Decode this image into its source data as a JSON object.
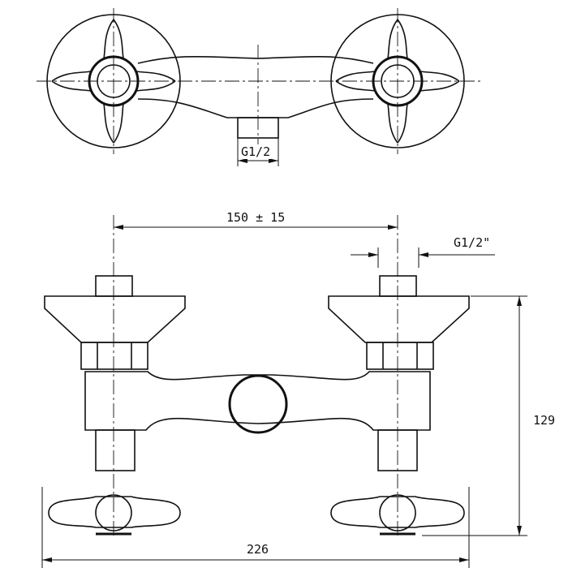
{
  "drawing": {
    "top_view": {
      "outlet_thread_label": "G1/2"
    },
    "front_view": {
      "center_distance_label": "150 ± 15",
      "inlet_thread_label": "G1/2\"",
      "height_label": "129",
      "width_label": "226"
    }
  },
  "colors": {
    "line": "#111111",
    "background": "#ffffff"
  }
}
